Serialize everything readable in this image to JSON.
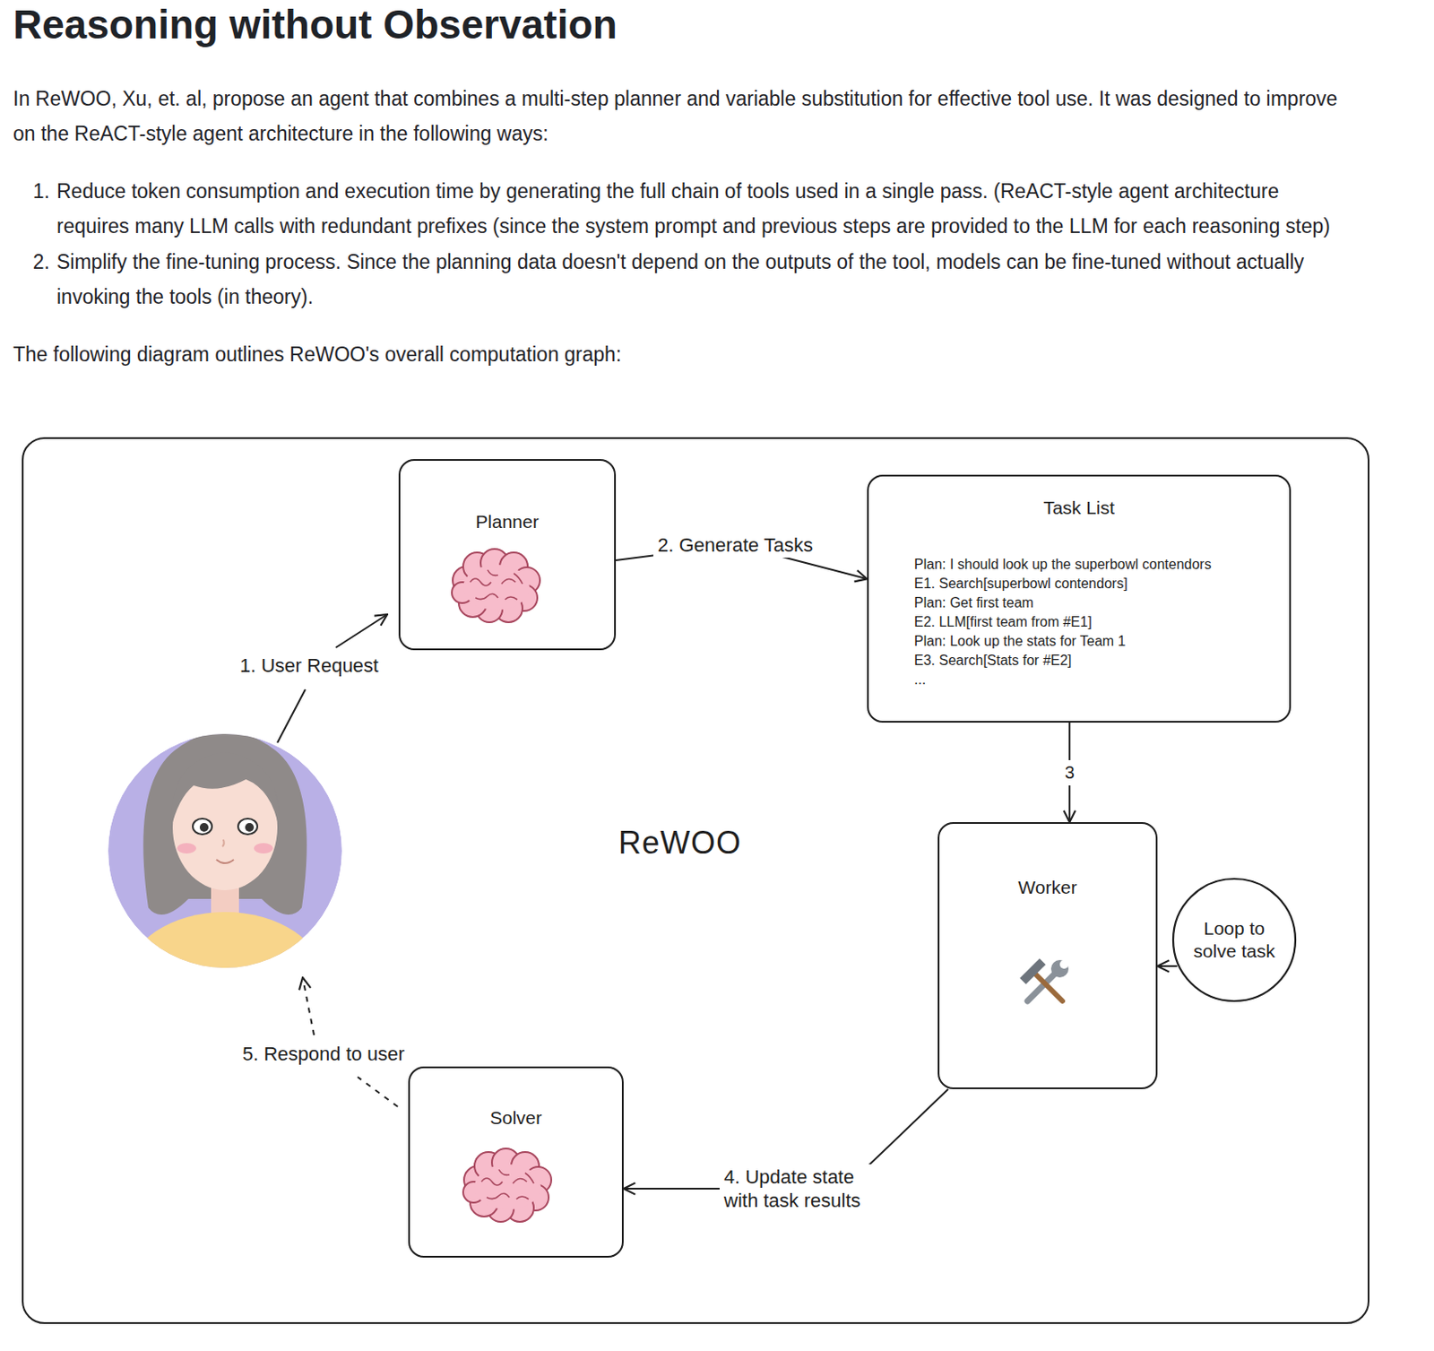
{
  "diagram": {
    "title": "Reasoning without Observation",
    "nodes": [
      {
        "text": [
          "ReWOO"
        ]
      },
      {
        "text": [
          "Planner"
        ],
        "in": 0
      },
      {
        "text": [
          "Task List",
          "Plan: I should look up the superbowl contendors",
          "E1. Search[superbowl contendors]",
          "Plan: Get first team",
          "E2. LLM[first team from #E1]",
          "Plan: Look up the stats for Team 1",
          "E3. Search[Stats for #E2]",
          "..."
        ],
        "in": 0
      },
      {
        "text": [
          "Worker"
        ],
        "in": 0
      },
      {
        "text": [
          "Loop to solve task"
        ],
        "in": 0
      },
      {
        "text": [
          "Solver"
        ],
        "in": 0
      }
    ],
    "edges": [
      {
        "from": 1,
        "to": 2,
        "label": "2. Generate Tasks",
        "arrow": "to"
      },
      {
        "from": 2,
        "to": 3,
        "label": "3",
        "arrow": "to"
      },
      {
        "from": 4,
        "to": 3,
        "arrow": "to"
      },
      {
        "from": 3,
        "to": 5,
        "label": "4. Update state with task results",
        "arrow": "to"
      }
    ],
    "labels": [
      "In ReWOO, Xu, et. al, propose an agent that combines a multi-step planner and variable substitution for effective tool use. It was designed to improve on the ReACT-style agent architecture in the following ways:",
      "1.",
      "Reduce token consumption and execution time by generating the full chain of tools used in a single pass. (ReACT-style agent architecture requires many LLM calls with redundant prefixes (since the system prompt and previous steps are provided to the LLM for each reasoning step)",
      "2.",
      "Simplify the fine-tuning process. Since the planning data doesn't depend on the outputs of the tool, models can be fine-tuned without actually invoking the tools (in theory).",
      "The following diagram outlines ReWOO's overall computation graph:",
      "1. User Request",
      "5. Respond to user"
    ]
  }
}
